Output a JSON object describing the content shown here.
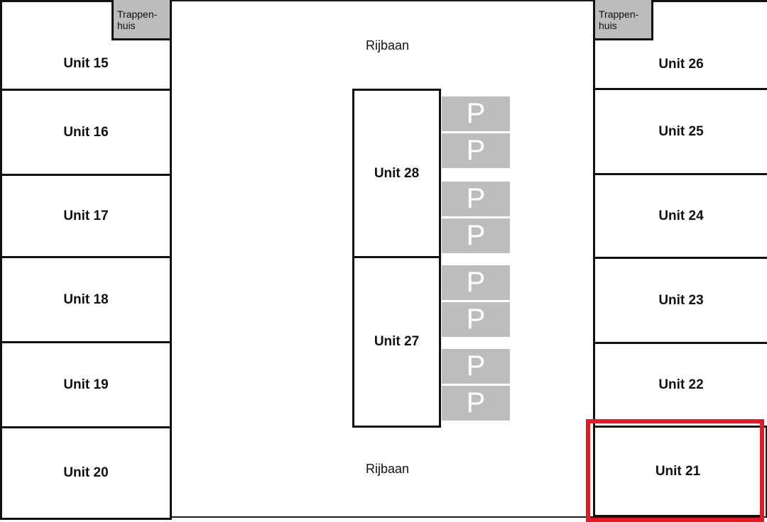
{
  "left_units": [
    "Unit 15",
    "Unit 16",
    "Unit 17",
    "Unit 18",
    "Unit 19",
    "Unit 20"
  ],
  "right_units": [
    "Unit 26",
    "Unit 25",
    "Unit 24",
    "Unit 23",
    "Unit 22",
    "Unit 21"
  ],
  "center_units": [
    "Unit 28",
    "Unit 27"
  ],
  "stairwell_label_1": "Trappen-",
  "stairwell_label_2": "huis",
  "road_label": "Rijbaan",
  "parking_label": "P",
  "highlighted_unit": "Unit 21",
  "highlight_color": "#e01b24"
}
